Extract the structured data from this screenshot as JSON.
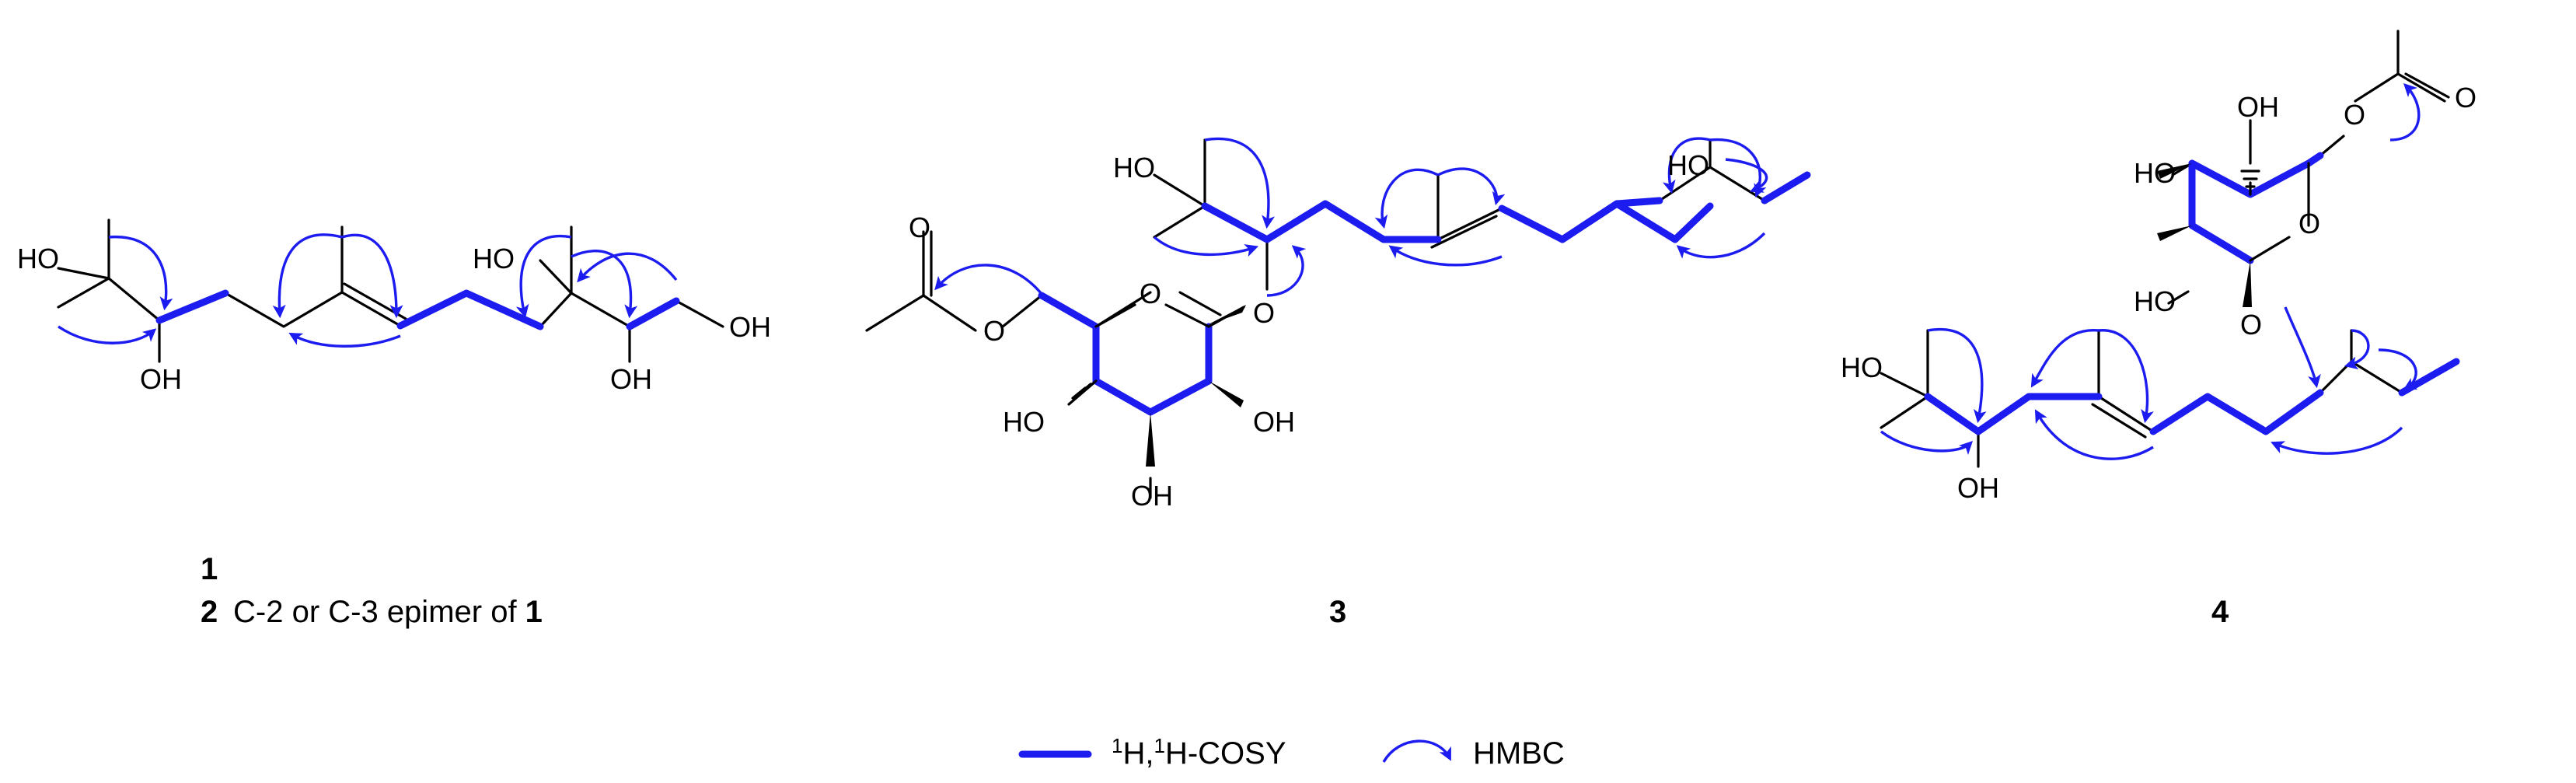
{
  "labels": {
    "oh": "OH",
    "ho": "HO",
    "o": "O"
  },
  "compounds": {
    "c1": {
      "id": "1"
    },
    "c2": {
      "id": "2",
      "note_pre": "C-2 or C-3 epimer of ",
      "note_ref": "1"
    },
    "c3": {
      "id": "3"
    },
    "c4": {
      "id": "4"
    }
  },
  "legend": {
    "cosy_label": "1H,1H-COSY",
    "cosy_sup1": "1",
    "cosy_h1": "H,",
    "cosy_sup2": "1",
    "cosy_h2": "H-COSY",
    "hmbc_label": "HMBC"
  },
  "colors": {
    "correlation": "#1c1cf0",
    "bond": "#000000"
  }
}
